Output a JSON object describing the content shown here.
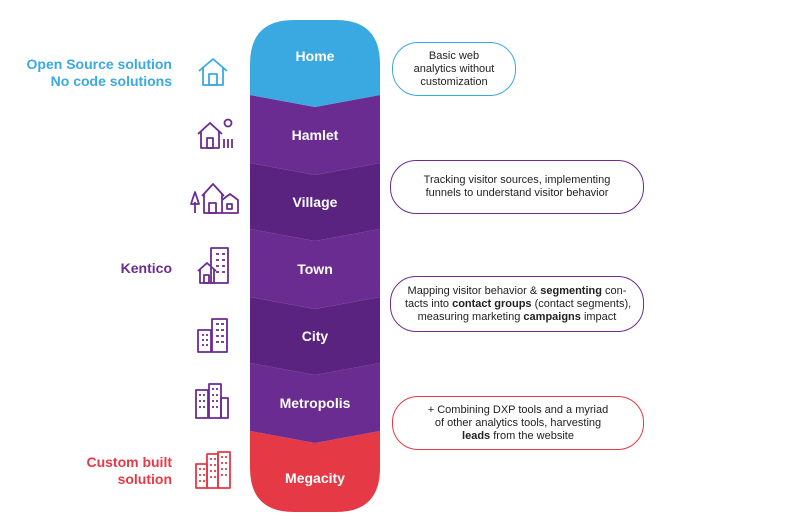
{
  "colors": {
    "home": "#3aa9e1",
    "purple": "#6b2c91",
    "purple_dark": "#5a2380",
    "red": "#e63946",
    "icon_blue": "#3aa9e1",
    "icon_purple": "#6b2c91",
    "icon_red": "#e63946"
  },
  "stages": [
    {
      "label": "Home",
      "icon": "house-icon",
      "color": "home"
    },
    {
      "label": "Hamlet",
      "icon": "cottage-sun-icon",
      "color": "purple"
    },
    {
      "label": "Village",
      "icon": "village-trees-icon",
      "color": "purple_dark"
    },
    {
      "label": "Town",
      "icon": "town-house-building-icon",
      "color": "purple"
    },
    {
      "label": "City",
      "icon": "city-buildings-icon",
      "color": "purple_dark"
    },
    {
      "label": "Metropolis",
      "icon": "metropolis-towers-icon",
      "color": "purple"
    },
    {
      "label": "Megacity",
      "icon": "megacity-skyline-icon",
      "color": "red"
    }
  ],
  "side_labels": {
    "open_source": [
      "Open Source solution",
      "No code solutions"
    ],
    "kentico": [
      "Kentico"
    ],
    "custom": [
      "Custom built",
      "solution"
    ]
  },
  "callouts": [
    {
      "border": "#3aa9e1",
      "lines": [
        [
          {
            "t": "Basic web"
          }
        ],
        [
          {
            "t": "analytics without"
          }
        ],
        [
          {
            "t": "customization"
          }
        ]
      ]
    },
    {
      "border": "#6b2c91",
      "lines": [
        [
          {
            "t": "Tracking visitor sources, implementing"
          }
        ],
        [
          {
            "t": "funnels to understand visitor behavior"
          }
        ]
      ]
    },
    {
      "border": "#6b2c91",
      "lines": [
        [
          {
            "t": "Mapping visitor behavior & "
          },
          {
            "t": "segmenting",
            "b": true
          },
          {
            "t": " con-"
          }
        ],
        [
          {
            "t": "tacts into "
          },
          {
            "t": "contact groups",
            "b": true
          },
          {
            "t": " (contact segments),"
          }
        ],
        [
          {
            "t": "measuring marketing "
          },
          {
            "t": "campaigns",
            "b": true
          },
          {
            "t": " impact"
          }
        ]
      ]
    },
    {
      "border": "#e63946",
      "lines": [
        [
          {
            "t": "+ Combining DXP tools and a myriad"
          }
        ],
        [
          {
            "t": "of other analytics tools, harvesting"
          }
        ],
        [
          {
            "t": "leads",
            "b": true
          },
          {
            "t": " from the website"
          }
        ]
      ]
    }
  ]
}
